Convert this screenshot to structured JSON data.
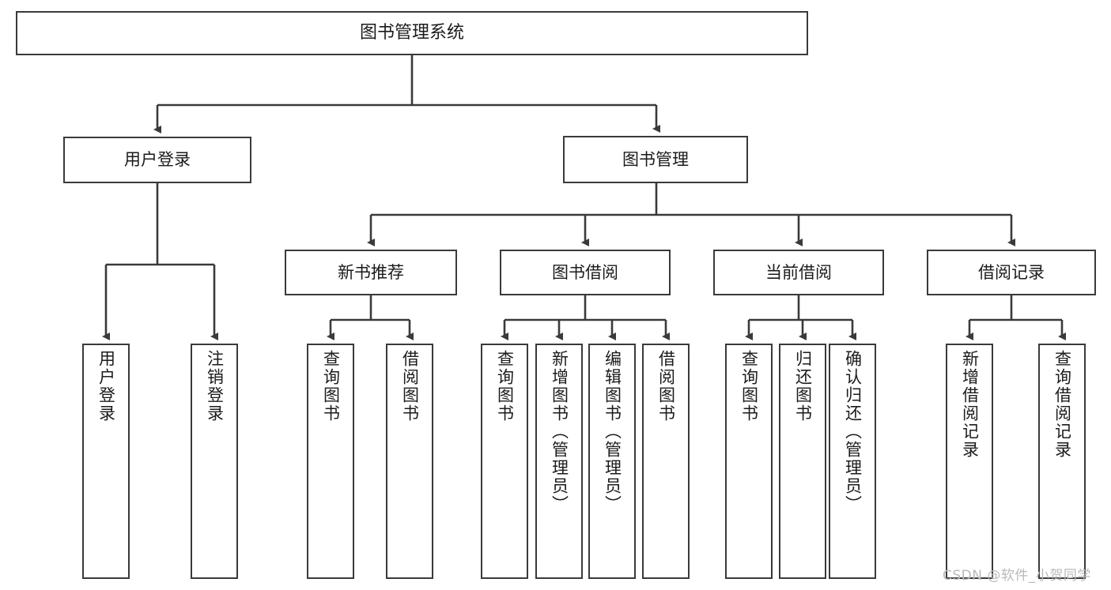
{
  "diagram": {
    "title": "图书管理系统",
    "watermark": "CSDN @软件_小贺同学",
    "line_color": "#3a3a3a",
    "text_color": "#1b1b1b",
    "background_color": "#ffffff",
    "root": {
      "label": "图书管理系统"
    },
    "level2": [
      {
        "label": "用户登录"
      },
      {
        "label": "图书管理"
      }
    ],
    "level3": [
      {
        "label": "新书推荐"
      },
      {
        "label": "图书借阅"
      },
      {
        "label": "当前借阅"
      },
      {
        "label": "借阅记录"
      }
    ],
    "leaves": {
      "user_login": [
        {
          "label": "用户登录"
        },
        {
          "label": "注销登录"
        }
      ],
      "new_book_recommend": [
        {
          "label": "查询图书"
        },
        {
          "label": "借阅图书"
        }
      ],
      "book_borrow": [
        {
          "label": "查询图书"
        },
        {
          "label": "新增图书（管理员）"
        },
        {
          "label": "编辑图书（管理员）"
        },
        {
          "label": "借阅图书"
        }
      ],
      "current_borrow": [
        {
          "label": "查询图书"
        },
        {
          "label": "归还图书"
        },
        {
          "label": "确认归还（管理员）"
        }
      ],
      "borrow_record": [
        {
          "label": "新增借阅记录"
        },
        {
          "label": "查询借阅记录"
        }
      ]
    }
  }
}
